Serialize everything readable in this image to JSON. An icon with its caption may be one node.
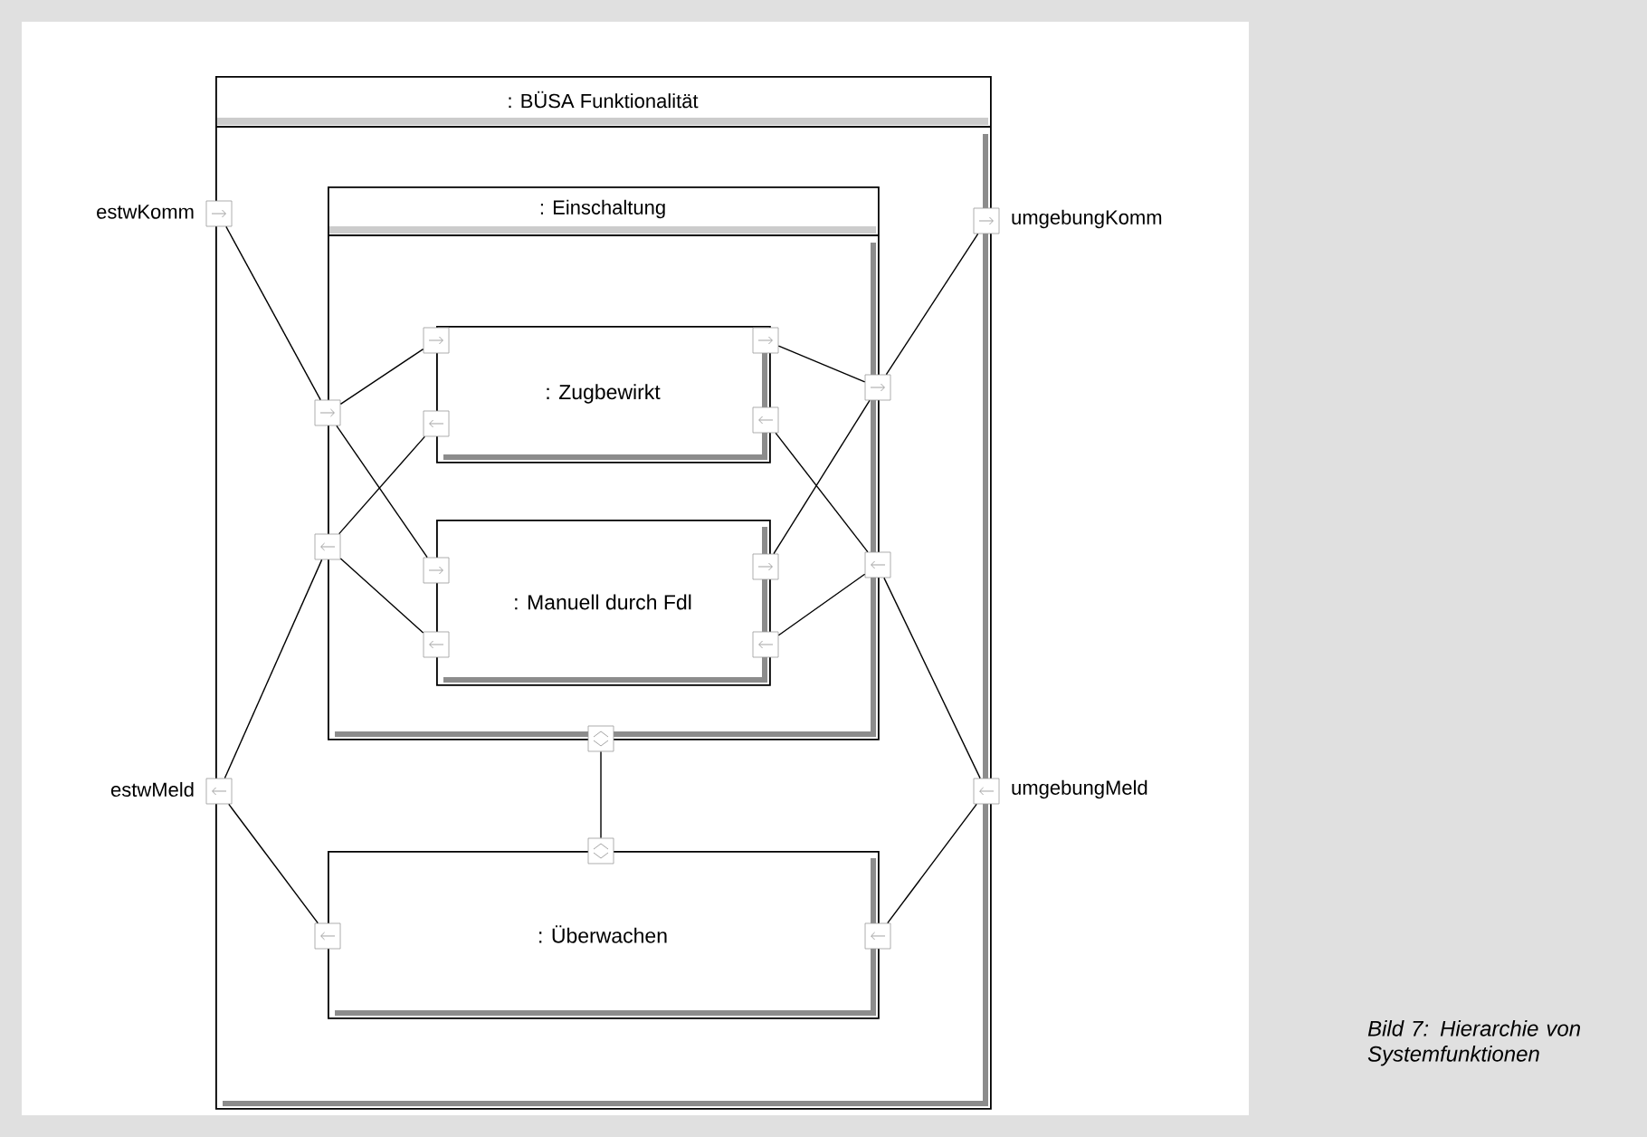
{
  "diagram": {
    "caption": "Bild 7: Hierarchie von Systemfunktionen",
    "nodes": [
      {
        "text": [
          ": BÜSA Funktionalität"
        ]
      },
      {
        "text": [
          ": Einschaltung"
        ],
        "in": 0
      },
      {
        "text": [
          ": Zugbewirkt"
        ],
        "in": 1
      },
      {
        "text": [
          ": Manuell durch Fdl"
        ],
        "in": 1
      },
      {
        "text": [
          ": Überwachen"
        ],
        "in": 0
      },
      {
        "text": [],
        "shape": "box",
        "beside": [
          "estwKomm"
        ]
      },
      {
        "text": [],
        "shape": "box",
        "beside": [
          "umgebungKomm"
        ]
      },
      {
        "text": [],
        "shape": "box",
        "beside": [
          "estwMeld"
        ]
      },
      {
        "text": [],
        "shape": "box",
        "beside": [
          "umgebungMeld"
        ]
      },
      {
        "text": [],
        "shape": "box",
        "in": 0
      },
      {
        "text": [],
        "shape": "box",
        "in": 0
      },
      {
        "text": [],
        "shape": "box",
        "in": 0
      },
      {
        "text": [],
        "shape": "box",
        "in": 0
      },
      {
        "text": [],
        "shape": "box",
        "in": 1
      },
      {
        "text": [],
        "shape": "box",
        "in": 1
      },
      {
        "text": [],
        "shape": "box",
        "in": 1
      },
      {
        "text": [],
        "shape": "box",
        "in": 1
      },
      {
        "text": [],
        "shape": "box",
        "in": 1
      },
      {
        "text": [],
        "shape": "box",
        "in": 1
      },
      {
        "text": [],
        "shape": "box",
        "in": 1
      },
      {
        "text": [],
        "shape": "box",
        "in": 1
      },
      {
        "text": [],
        "shape": "box",
        "in": 0
      },
      {
        "text": [],
        "shape": "box",
        "in": 0
      },
      {
        "text": [],
        "shape": "box",
        "in": 0
      },
      {
        "text": [],
        "shape": "box",
        "in": 0
      }
    ],
    "edges": [
      {
        "from": 5,
        "to": 9,
        "arrow": "none"
      },
      {
        "from": 9,
        "to": 13,
        "arrow": "none"
      },
      {
        "from": 9,
        "to": 17,
        "arrow": "none"
      },
      {
        "from": 6,
        "to": 11,
        "arrow": "none"
      },
      {
        "from": 15,
        "to": 11,
        "arrow": "none"
      },
      {
        "from": 19,
        "to": 11,
        "arrow": "none"
      },
      {
        "from": 7,
        "to": 10,
        "arrow": "none"
      },
      {
        "from": 10,
        "to": 14,
        "arrow": "none"
      },
      {
        "from": 10,
        "to": 18,
        "arrow": "none"
      },
      {
        "from": 8,
        "to": 12,
        "arrow": "none"
      },
      {
        "from": 16,
        "to": 12,
        "arrow": "none"
      },
      {
        "from": 20,
        "to": 12,
        "arrow": "none"
      },
      {
        "from": 21,
        "to": 22,
        "arrow": "none"
      },
      {
        "from": 7,
        "to": 23,
        "arrow": "none"
      },
      {
        "from": 8,
        "to": 24,
        "arrow": "none"
      }
    ]
  }
}
